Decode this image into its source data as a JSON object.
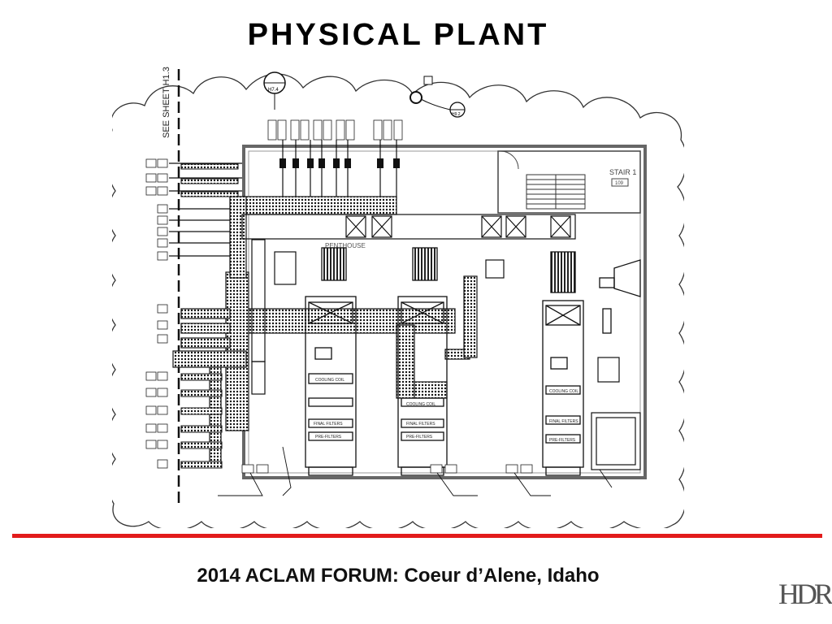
{
  "slide": {
    "title": "PHYSICAL PLANT",
    "footer": "2014 ACLAM FORUM: Coeur d’Alene, Idaho",
    "logo": "HDR",
    "accent_color": "#e21b1b"
  },
  "drawing": {
    "see_sheet": "SEE SHEET H1.3",
    "stair_label": "STAIR 1",
    "stair_number": "109",
    "penthouse_label": "PENTHOUSE",
    "grid_bubble_top": "H7.4",
    "grid_bubble_right": "H9.2",
    "coil_labels": [
      "COOLING COIL",
      "COOLING COIL",
      "COOLING COIL"
    ],
    "filter_labels": [
      "FINAL FILTERS",
      "FINAL FILTERS",
      "FINAL FILTERS"
    ],
    "prefilter_labels": [
      "PRE-FILTERS",
      "PRE-FILTERS",
      "PRE-FILTERS"
    ]
  }
}
